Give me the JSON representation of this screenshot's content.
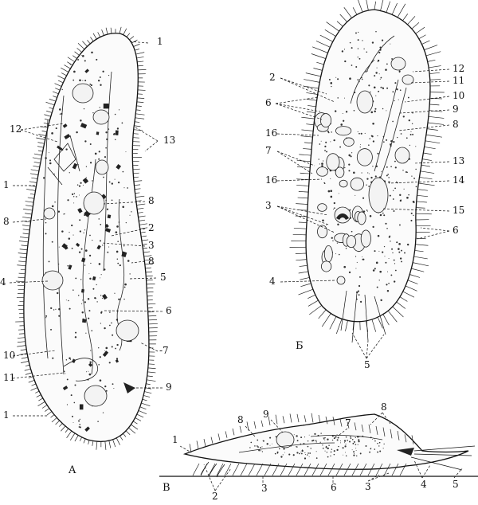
{
  "figure_a": {
    "caption": "A",
    "labels": [
      "1",
      "13",
      "12",
      "1",
      "8",
      "8",
      "2",
      "3",
      "4",
      "8",
      "5",
      "6",
      "-7",
      "10",
      "11",
      "9",
      "1"
    ]
  },
  "figure_b": {
    "caption": "Б",
    "labels": [
      "2",
      "12",
      "11",
      "6",
      "10",
      "9",
      "16",
      "8",
      "7",
      "13",
      "16",
      "14",
      "3",
      "15",
      "6",
      "4",
      "5"
    ]
  },
  "figure_c": {
    "caption": "В",
    "labels": [
      "7",
      "9",
      "8",
      "8",
      "1",
      "2",
      "3",
      "6",
      "3",
      "4",
      "5"
    ]
  }
}
